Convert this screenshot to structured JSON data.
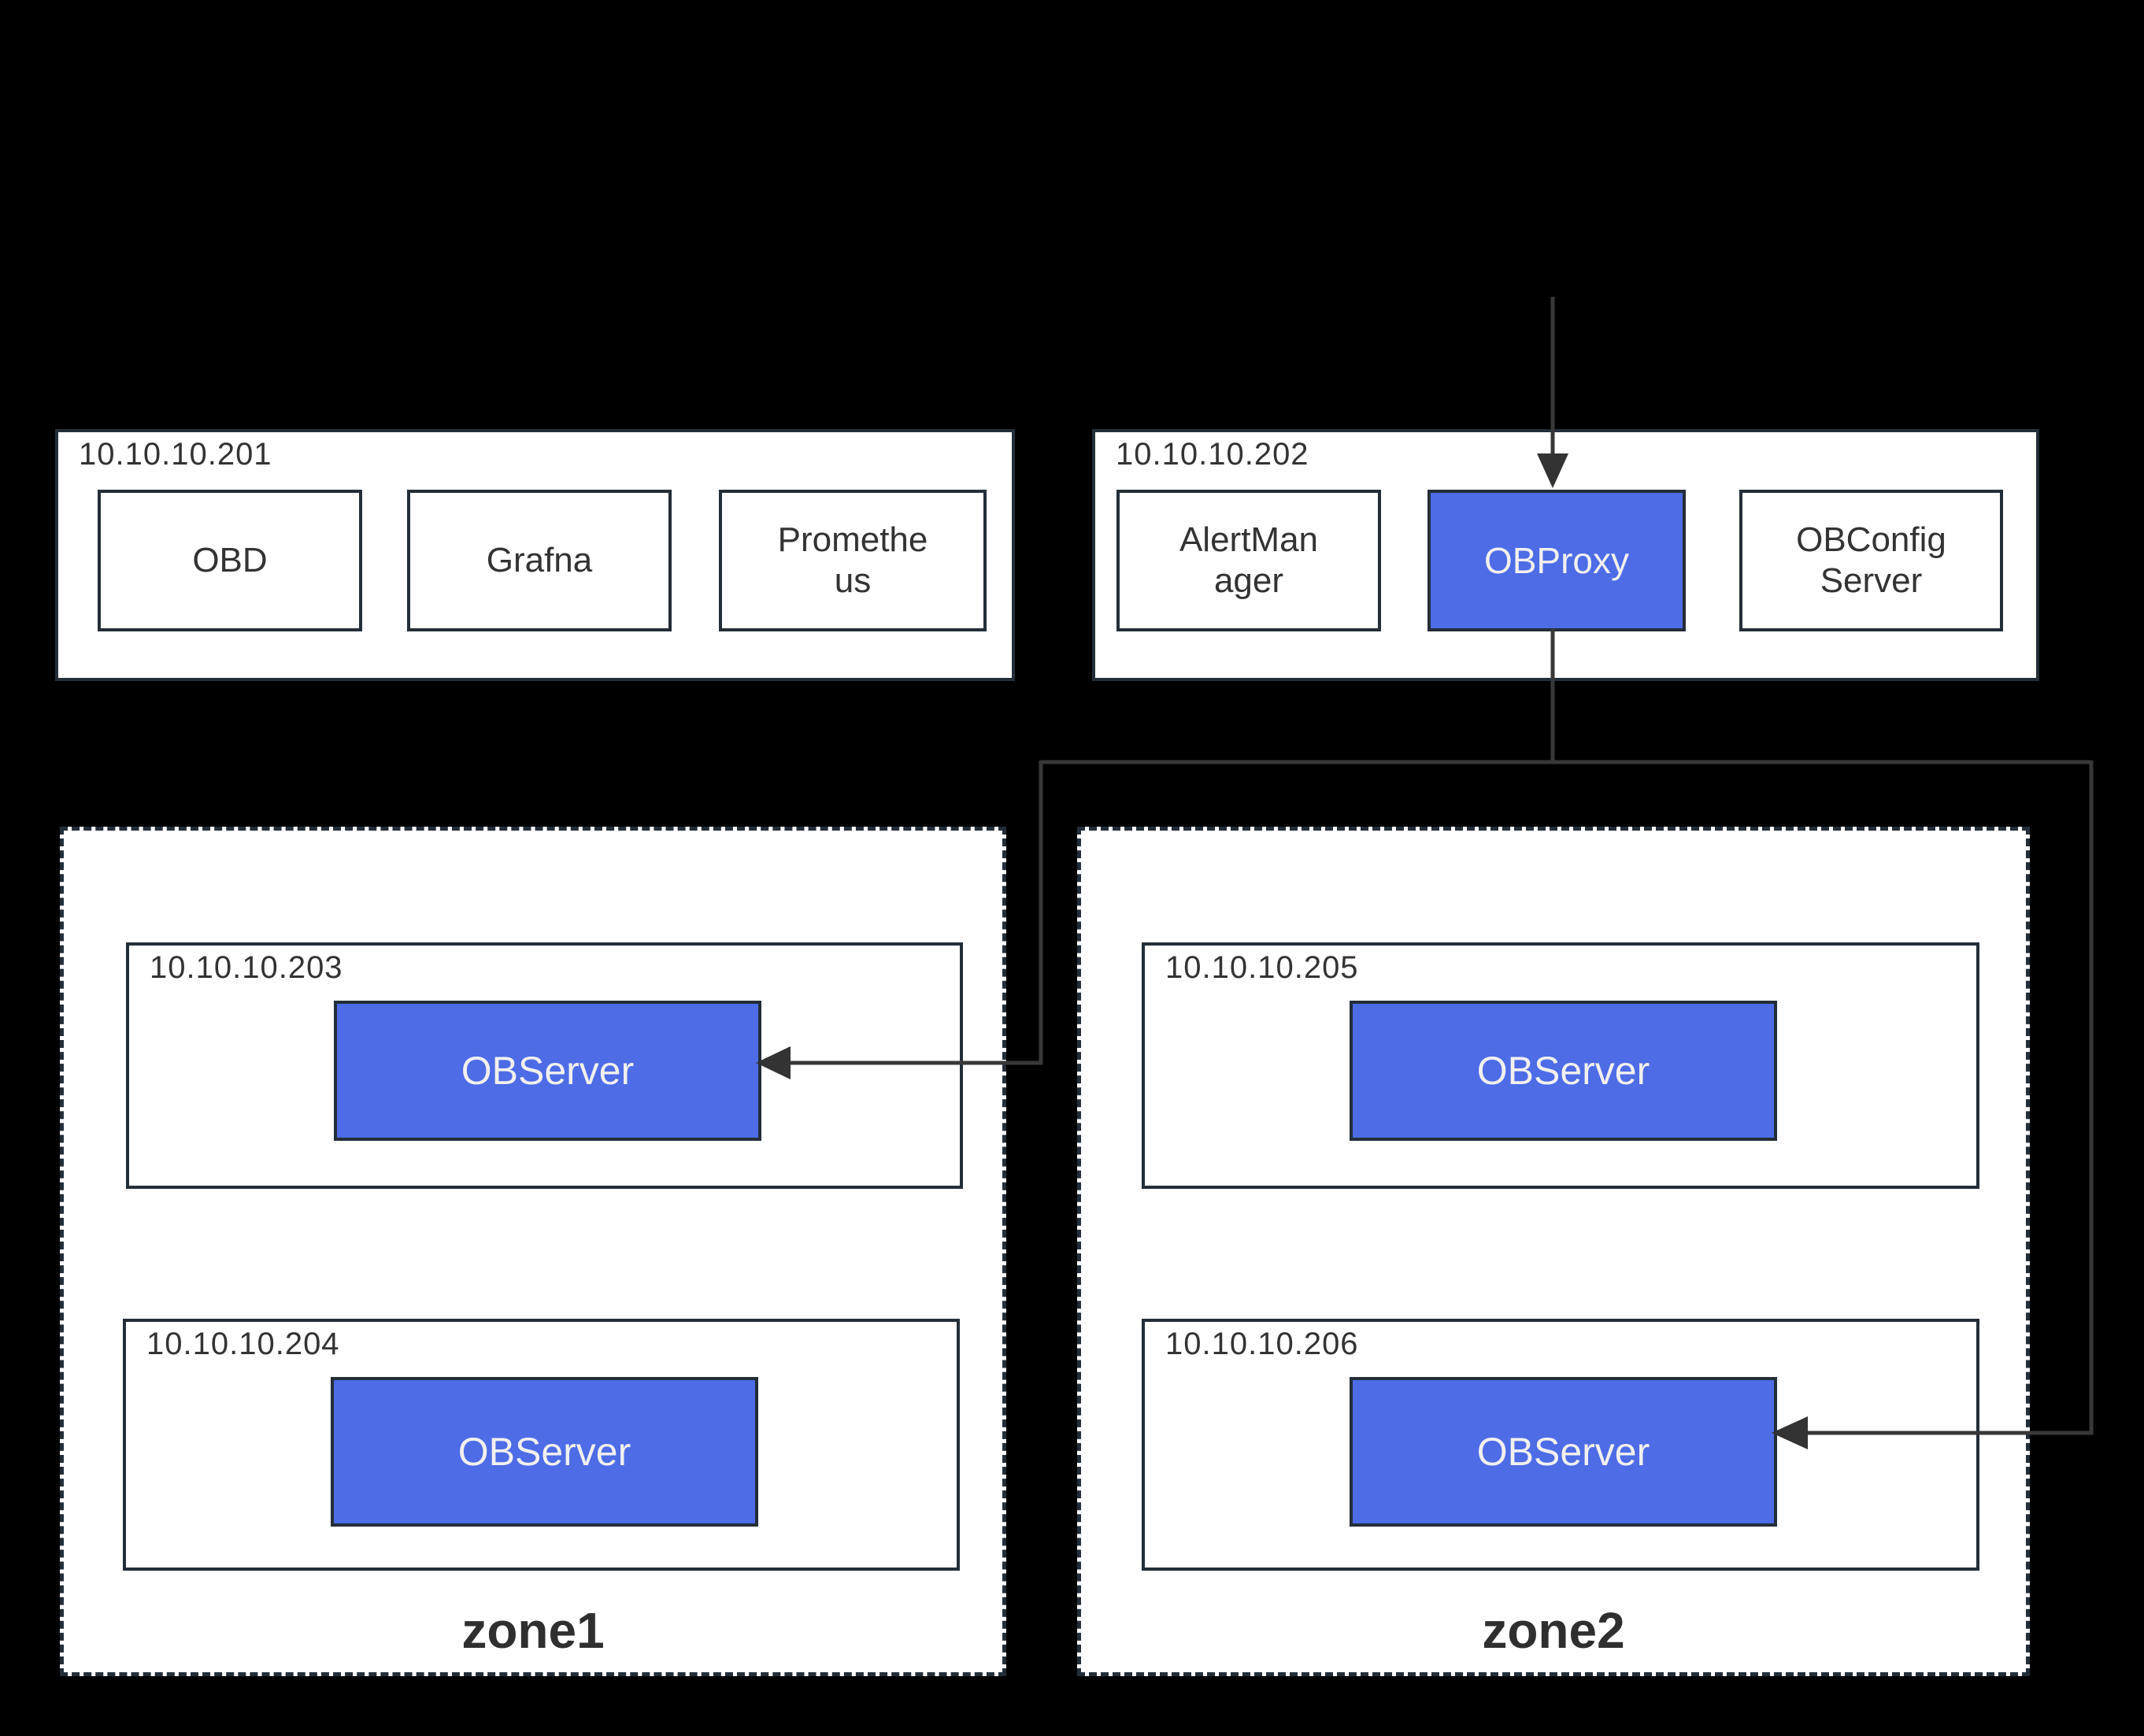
{
  "diagram": {
    "background": "#000000",
    "colors": {
      "host_fill": "#ffffff",
      "border": "#242e38",
      "accent_fill": "#4d6ce6",
      "accent_text": "#f2f0ee",
      "label_text": "#333333",
      "connector": "#383838"
    },
    "hosts": [
      {
        "ip": "10.10.10.201",
        "components": [
          {
            "label": "OBD"
          },
          {
            "label": "Grafna"
          },
          {
            "label": "Promethe\nus"
          }
        ]
      },
      {
        "ip": "10.10.10.202",
        "components": [
          {
            "label": "AlertMan\nager"
          },
          {
            "label": "OBProxy",
            "accent": true
          },
          {
            "label": "OBConfig\nServer"
          }
        ]
      }
    ],
    "zones": [
      {
        "name": "zone1",
        "servers": [
          {
            "ip": "10.10.10.203",
            "label": "OBServer"
          },
          {
            "ip": "10.10.10.204",
            "label": "OBServer"
          }
        ]
      },
      {
        "name": "zone2",
        "servers": [
          {
            "ip": "10.10.10.205",
            "label": "OBServer"
          },
          {
            "ip": "10.10.10.206",
            "label": "OBServer"
          }
        ]
      }
    ],
    "edges": [
      {
        "from": "offscreen-top",
        "to": "OBProxy",
        "style": "arrow-down"
      },
      {
        "from": "OBProxy",
        "to": "OBServer@10.10.10.203",
        "style": "arrow-left"
      },
      {
        "from": "OBProxy",
        "to": "OBServer@10.10.10.206",
        "style": "arrow-left"
      }
    ]
  }
}
